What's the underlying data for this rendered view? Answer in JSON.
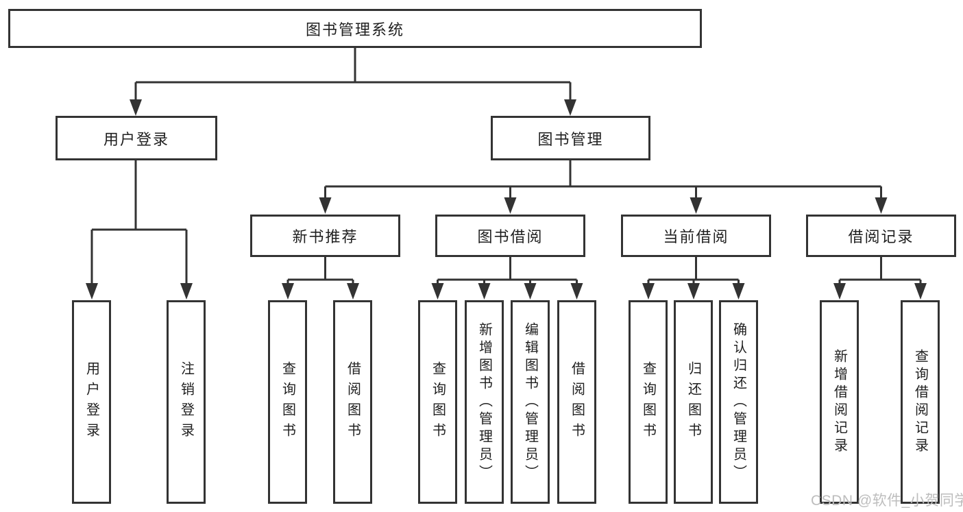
{
  "diagram": {
    "title": "图书管理系统",
    "type": "function-structure-tree",
    "watermark": "CSDN @软件_小贺同学"
  },
  "colors": {
    "line": "#333333",
    "text": "#1f1f1f",
    "background": "#ffffff",
    "watermark": "#bdbdbd"
  },
  "nodes": {
    "root": {
      "label": "图书管理系统"
    },
    "user_login": {
      "label": "用户登录"
    },
    "book_mgmt": {
      "label": "图书管理"
    },
    "new_book_rec": {
      "label": "新书推荐"
    },
    "book_borrow": {
      "label": "图书借阅"
    },
    "current_borrow": {
      "label": "当前借阅"
    },
    "borrow_record": {
      "label": "借阅记录"
    },
    "leaf_user_login": {
      "label": "用户登录"
    },
    "leaf_logout": {
      "label": "注销登录"
    },
    "leaf_query_book_1": {
      "label": "查询图书"
    },
    "leaf_borrow_book_1": {
      "label": "借阅图书"
    },
    "leaf_query_book_2": {
      "label": "查询图书"
    },
    "leaf_add_book": {
      "label": "新增图书（管理员）"
    },
    "leaf_edit_book": {
      "label": "编辑图书（管理员）"
    },
    "leaf_borrow_book_2": {
      "label": "借阅图书"
    },
    "leaf_query_book_3": {
      "label": "查询图书"
    },
    "leaf_return_book": {
      "label": "归还图书"
    },
    "leaf_confirm_return": {
      "label": "确认归还（管理员）"
    },
    "leaf_add_record": {
      "label": "新增借阅记录"
    },
    "leaf_query_record": {
      "label": "查询借阅记录"
    }
  },
  "hierarchy": {
    "图书管理系统": {
      "用户登录": [
        "用户登录",
        "注销登录"
      ],
      "图书管理": {
        "新书推荐": [
          "查询图书",
          "借阅图书"
        ],
        "图书借阅": [
          "查询图书",
          "新增图书（管理员）",
          "编辑图书（管理员）",
          "借阅图书"
        ],
        "当前借阅": [
          "查询图书",
          "归还图书",
          "确认归还（管理员）"
        ],
        "借阅记录": [
          "新增借阅记录",
          "查询借阅记录"
        ]
      }
    }
  }
}
